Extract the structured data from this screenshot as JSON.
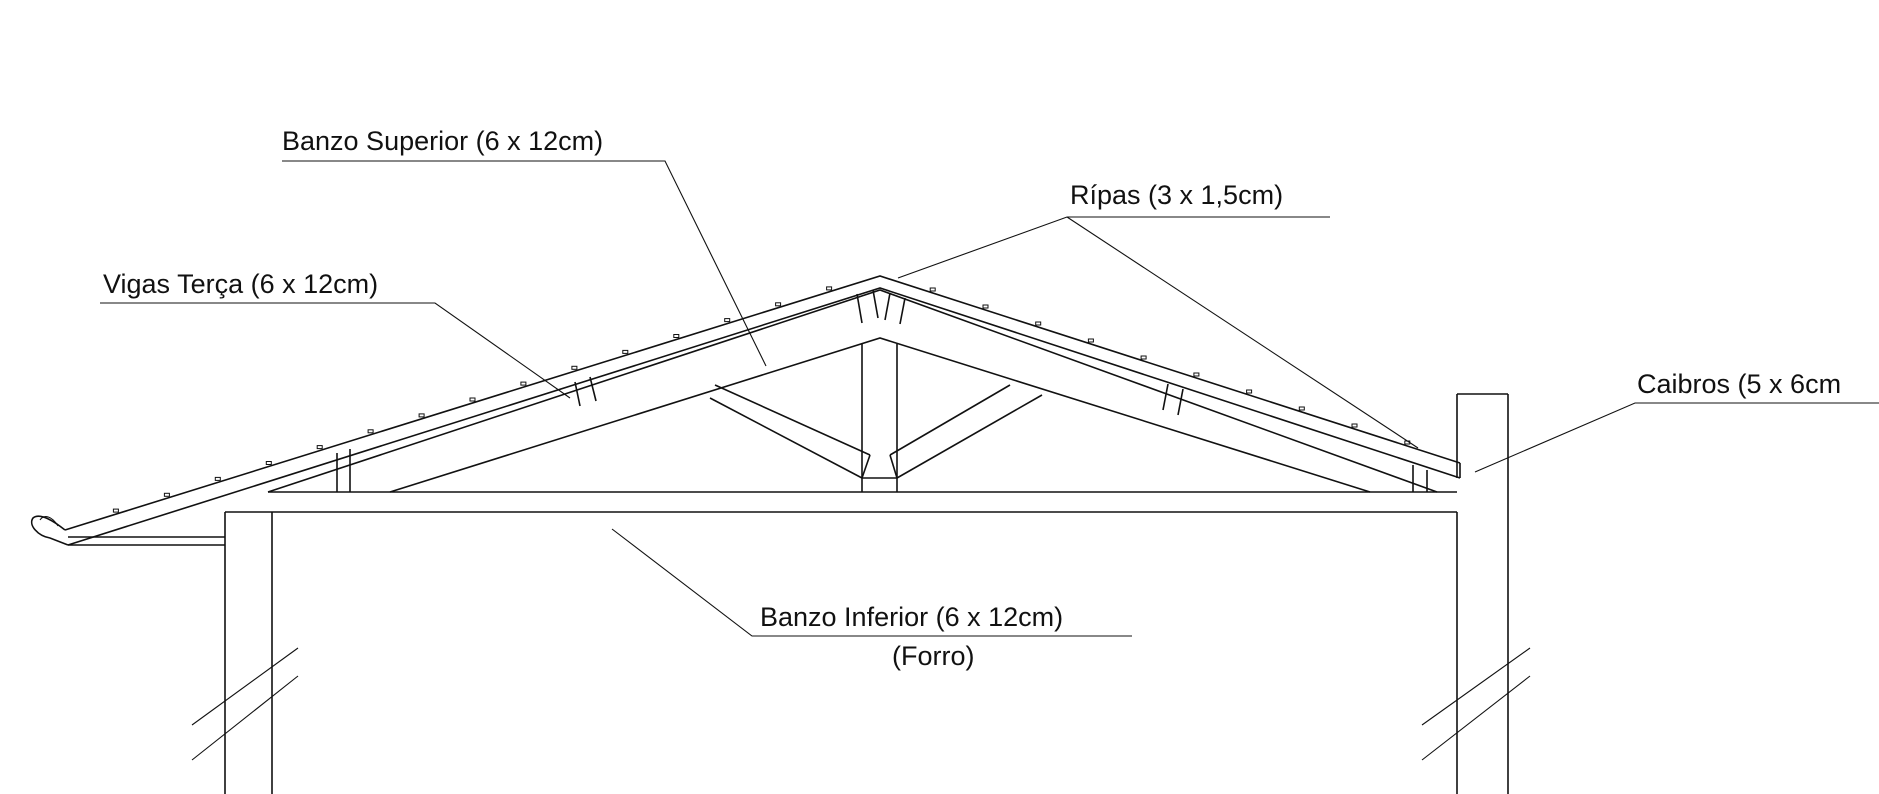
{
  "labels": {
    "banzo_superior": "Banzo Superior (6 x 12cm)",
    "ripas": "Rípas (3 x 1,5cm)",
    "vigas_terca": "Vigas Terça (6 x 12cm)",
    "caibros": "Caibros (5 x 6cm",
    "banzo_inferior": "Banzo Inferior (6 x 12cm)",
    "forro": "(Forro)"
  },
  "colors": {
    "line": "#111111",
    "background": "#ffffff"
  }
}
